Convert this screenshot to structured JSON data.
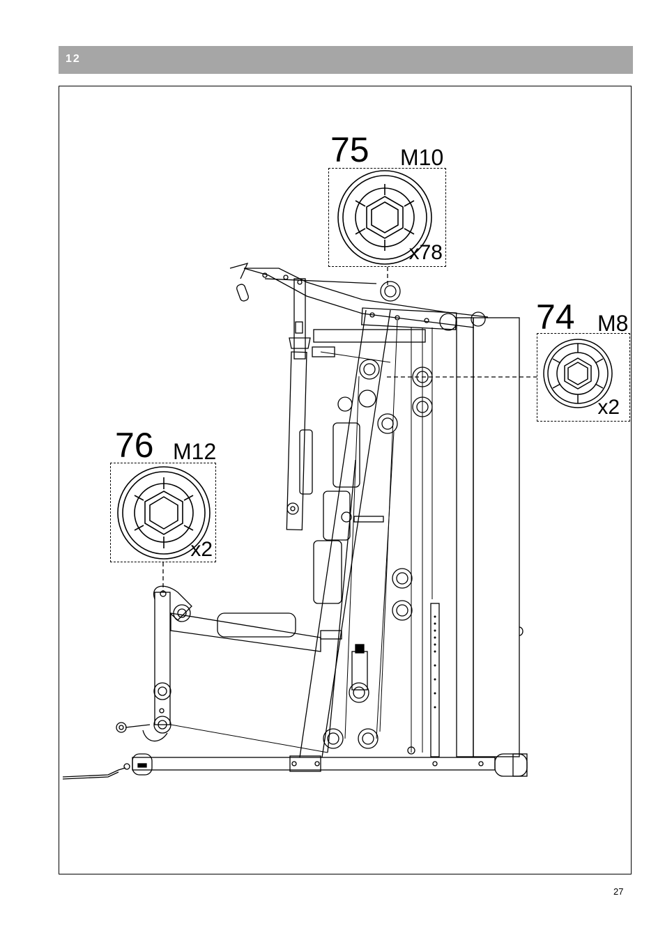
{
  "header": {
    "step_number": "12"
  },
  "parts": [
    {
      "number": "75",
      "size": "M10",
      "quantity": "x78"
    },
    {
      "number": "74",
      "size": "M8",
      "quantity": "x2"
    },
    {
      "number": "76",
      "size": "M12",
      "quantity": "x2"
    }
  ],
  "footer": {
    "page_number": "27"
  }
}
